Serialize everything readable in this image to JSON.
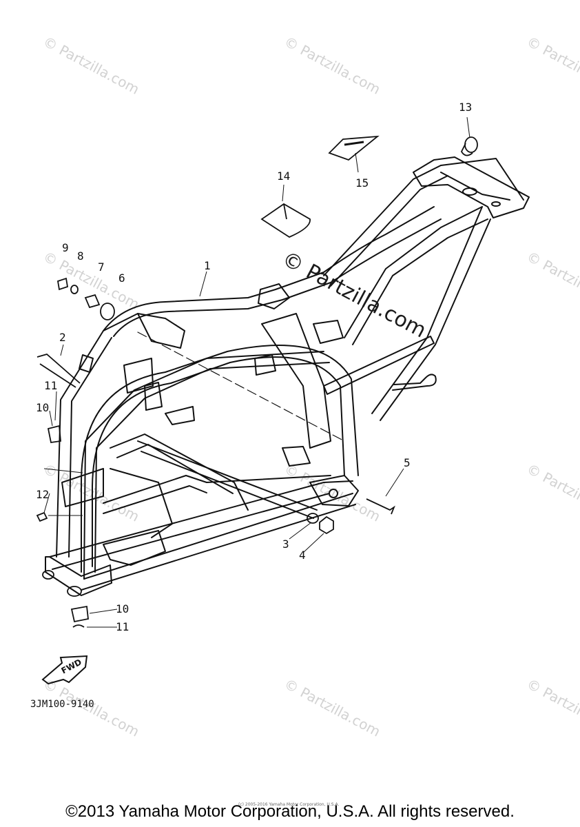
{
  "watermarks": {
    "text": "© Partzilla.com",
    "center_text": "© Partzilla.com"
  },
  "callouts": {
    "c1": "1",
    "c2": "2",
    "c3": "3",
    "c4": "4",
    "c5": "5",
    "c6": "6",
    "c7": "7",
    "c8": "8",
    "c9": "9",
    "c10a": "10",
    "c10b": "10",
    "c11a": "11",
    "c11b": "11",
    "c12": "12",
    "c13": "13",
    "c14": "14",
    "c15": "15"
  },
  "fwd_label": "FWD",
  "diagram_code": "3JM100-9140",
  "tiny_copyright": "(c) 2005-2016 Yamaha Motor Corporation, U.S.A.",
  "footer": "©2013 Yamaha Motor Corporation, U.S.A. All rights reserved."
}
